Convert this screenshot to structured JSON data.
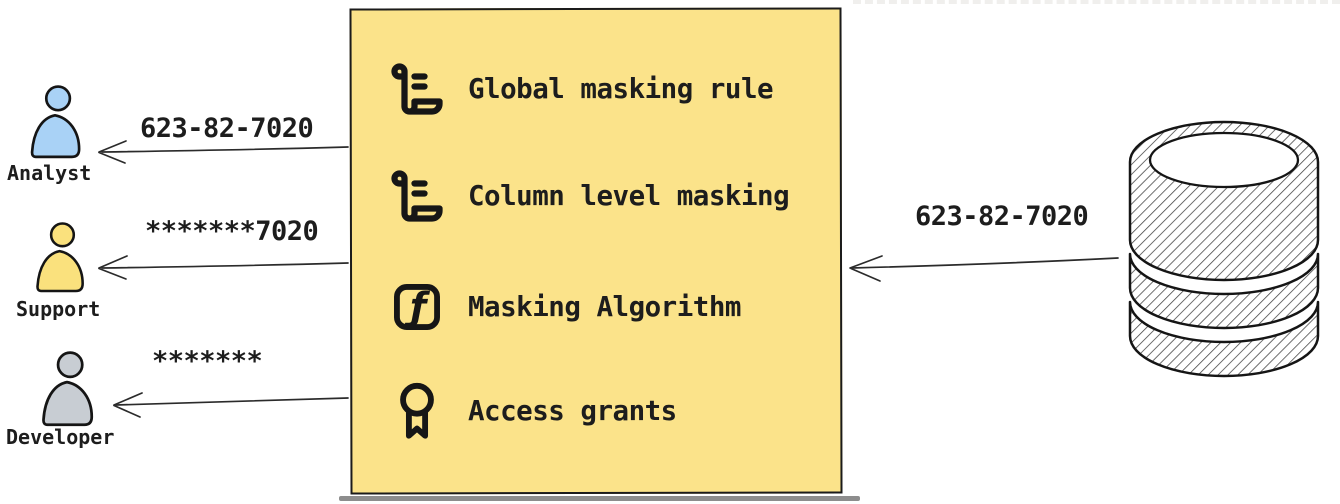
{
  "colors": {
    "box_fill": "#FBE38A",
    "box_border": "#1b1b1b",
    "ink": "#1d1d1d",
    "icon_stroke": "#161616",
    "arrow": "#2b2b2b",
    "shadow": "#8d8d8d",
    "analyst_fill": "#A9D2F6",
    "support_fill": "#FAE17D",
    "developer_fill": "#C8CDD3",
    "db_opening_fill": "#ffffff"
  },
  "masking_box": {
    "items": [
      {
        "icon": "script-icon",
        "label": "Global masking rule"
      },
      {
        "icon": "script-icon",
        "label": "Column level masking"
      },
      {
        "icon": "function-icon",
        "label": "Masking Algorithm"
      },
      {
        "icon": "award-icon",
        "label": "Access grants"
      }
    ]
  },
  "flows": {
    "source_value": "623-82-7020"
  },
  "users": [
    {
      "role": "Analyst",
      "received_value": "623-82-7020"
    },
    {
      "role": "Support",
      "received_value": "*******7020"
    },
    {
      "role": "Developer",
      "received_value": "*******"
    }
  ]
}
